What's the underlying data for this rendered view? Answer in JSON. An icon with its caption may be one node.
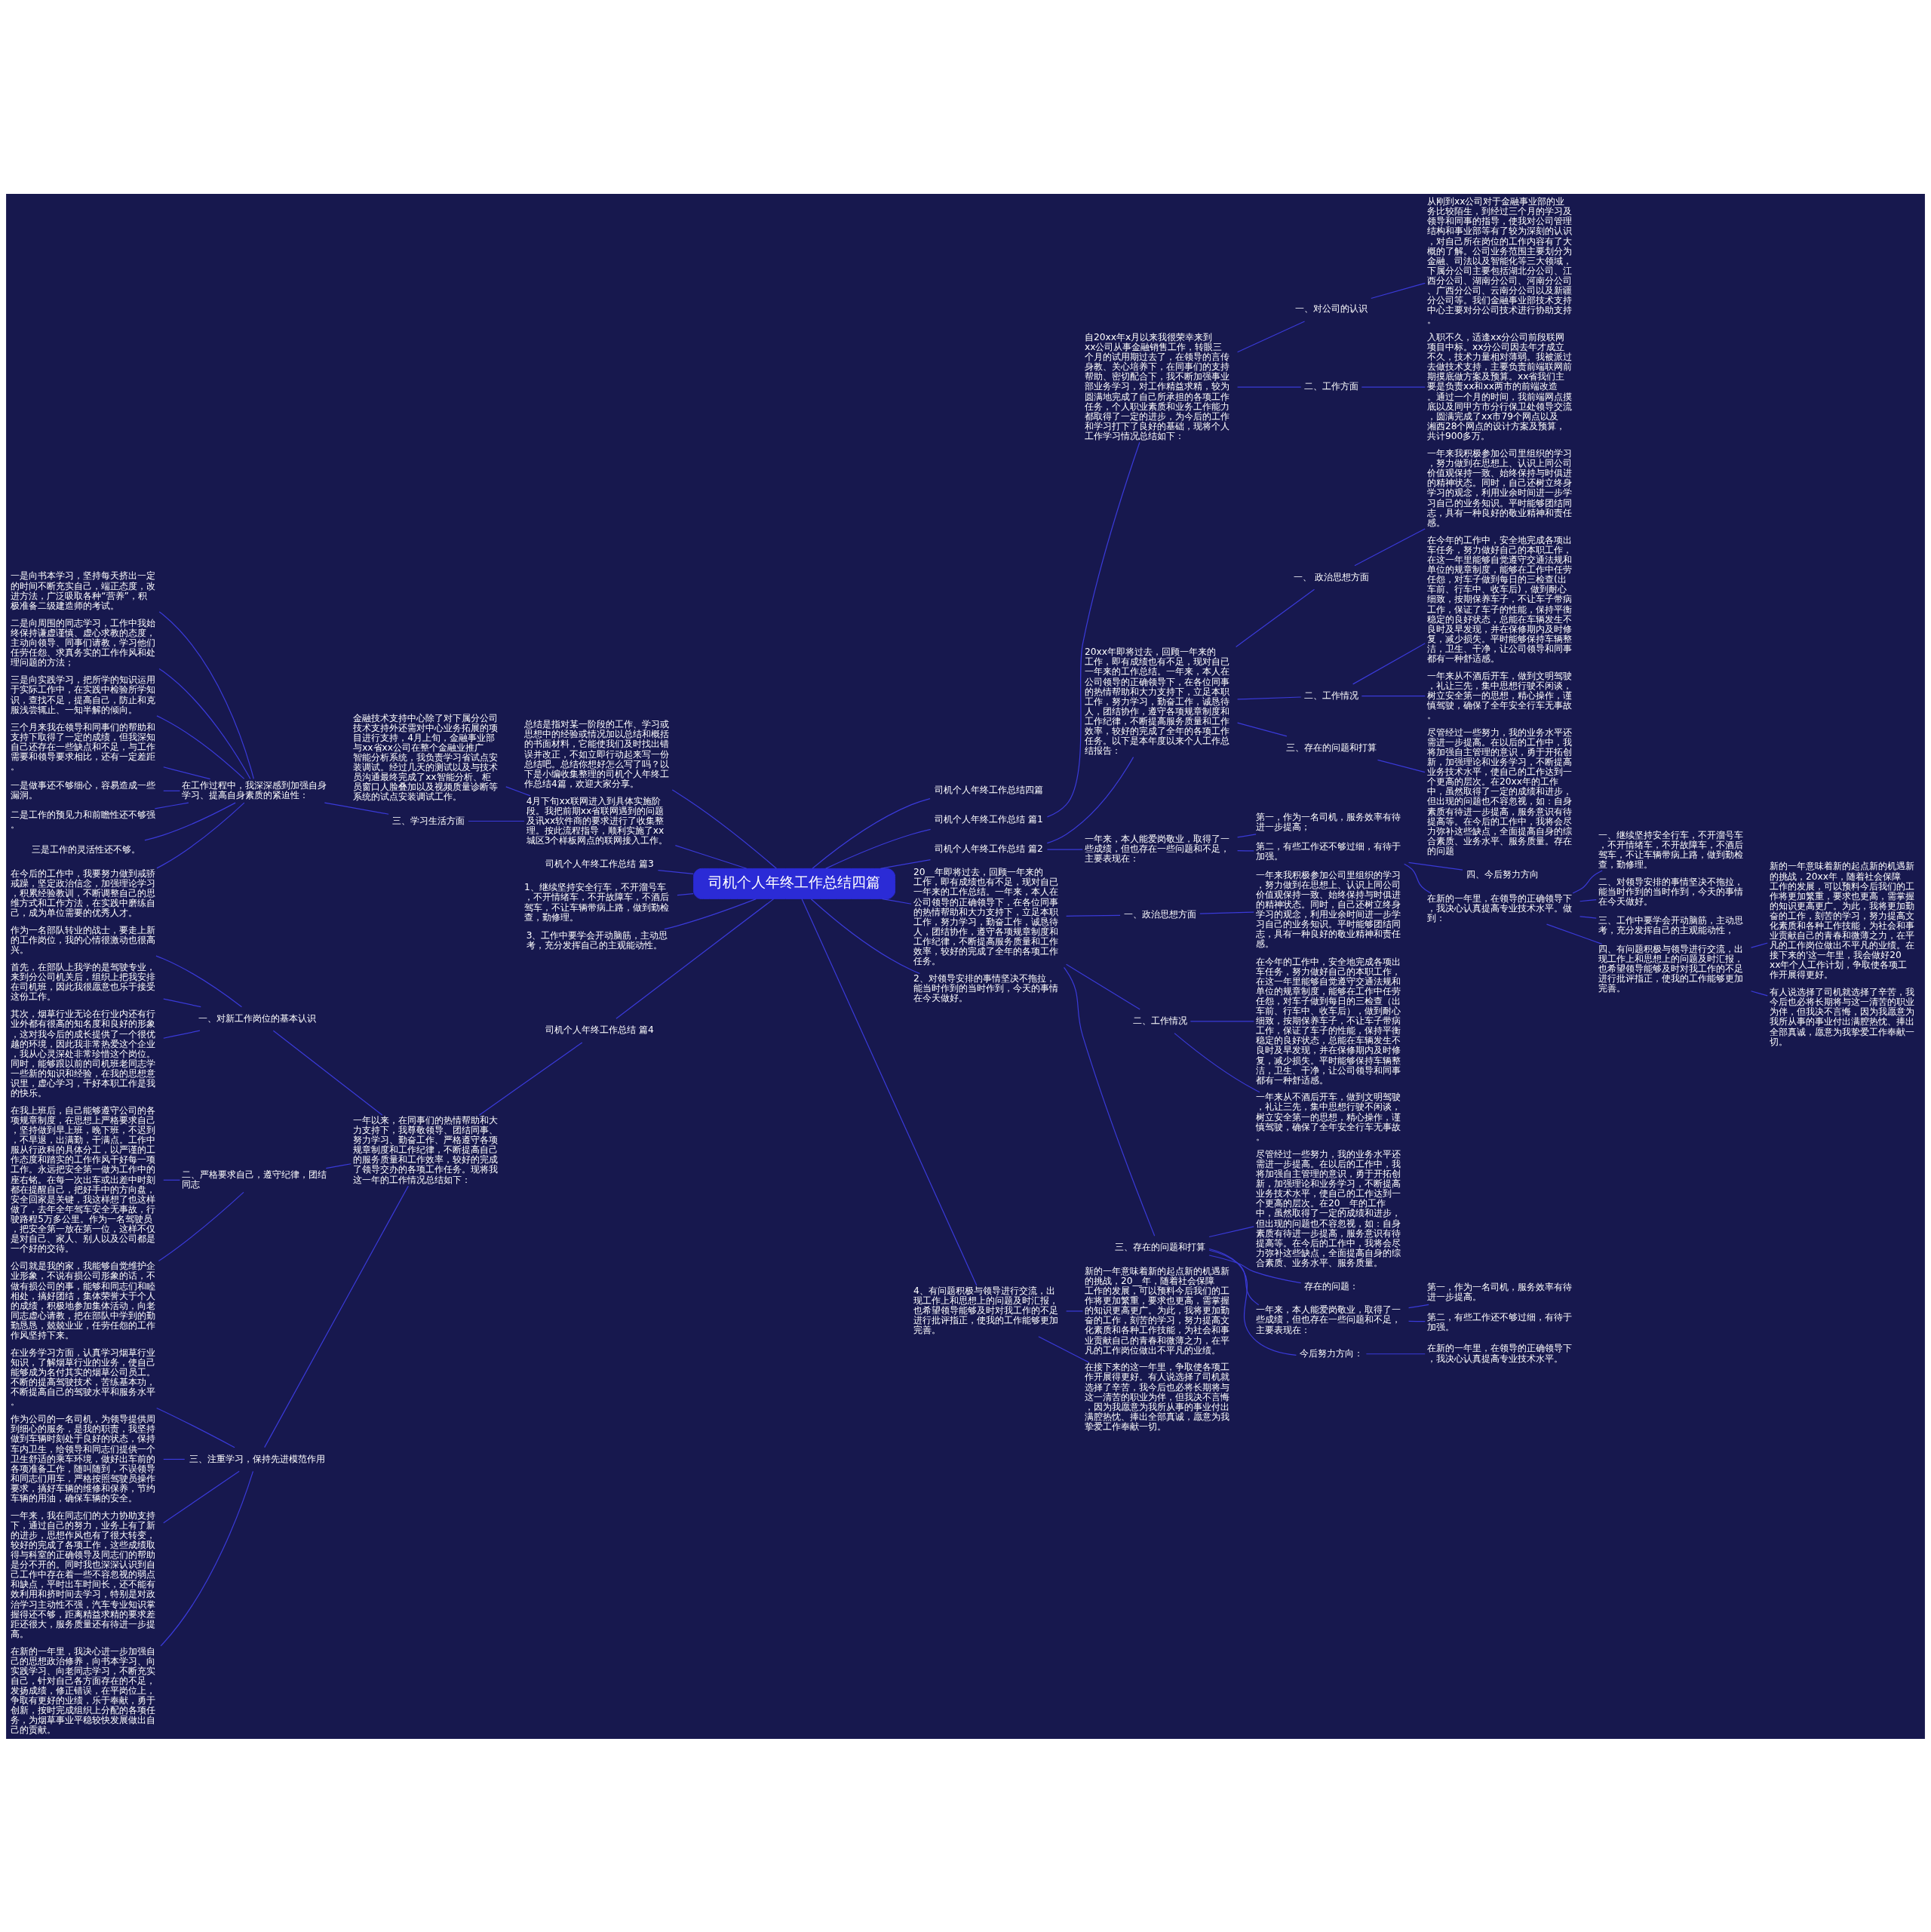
{
  "diagram": {
    "nodes": [
      {
        "text": [
          "司机个人年终工作总结四篇"
        ]
      },
      {
        "text": [
          "司机个人年终工作总结四篇"
        ]
      },
      {
        "text": [
          "司机个人年终工作总结 篇1"
        ]
      },
      {
        "text": [
          "自20xx年x月以来我很荣幸来到xx公司从事金融销售工作，转眼三个月的试用期过去了，在领导的言传身教、关心培养下，在同事们的支持帮助、密切配合下，我不断加强事业部业务学习，对工作精益求精，较为圆满地完成了自己所承担的各项工作任务，个人职业素质和业务工作能力都取得了一定的进步，为今后的工作和学习打下了良好的基础，现将个人工作学习情况总结如下："
        ]
      },
      {
        "text": [
          "一、对公司的认识"
        ]
      },
      {
        "text": [
          "从刚到xx公司对于金融事业部的业务比较陌生，到经过三个月的学习及领导和同事的指导，使我对公司管理结构和事业部等有了较为深刻的认识，对自己所在岗位的工作内容有了大概的了解。公司业务范围主要划分为金融、司法以及智能化等三大领域，下属分公司主要包括湖北分公司、江西分公司、湖南分公司、河南分公司、广西分公司、云南分公司以及新疆分公司等。我们金融事业部技术支持中心主要对分公司技术进行协助支持。"
        ]
      },
      {
        "text": [
          "二、工作方面"
        ]
      },
      {
        "text": [
          "入职不久，适逢xx分公司前段联网项目中标。xx分公司因去年才成立不久，技术力量相对薄弱。我被派过去做技术支持，主要负责前端联网前期摸底做方案及预算。xx省我们主要是负责xx和xx两市的前端改造。通过一个月的时间，我前端网点摸底以及同甲方市分行保卫处领导交流，圆满完成了xx市79个网点以及湘西28个网点的设计方案及预算，共计900多万。"
        ]
      },
      {
        "text": [
          "司机个人年终工作总结 篇2"
        ]
      },
      {
        "text": [
          "20xx年即将过去，回顾一年来的工作，即有成绩也有不足，现对自已一年来的工作总结。一年来，本人在公司领导的正确领导下，在各位同事的热情帮助和大力支持下，立足本职工作，努力学习，勤奋工作，诚恳待人，团结协作，遵守各项规章制度和工作纪律，不断提高服务质量和工作效率，较好的完成了全年的各项工作任务。以下是本年度以来个人工作总结报告："
        ]
      },
      {
        "text": [
          "一、 政治思想方面"
        ]
      },
      {
        "text": [
          "一年来我积极参加公司里组织的学习，努力做到在思想上、认识上同公司价值观保持一致、始终保持与时俱进的精神状态。同时，自己还树立终身学习的观念，利用业余时间进一步学习自己的业务知识。平时能够团结同志，具有一种良好的敬业精神和责任感。"
        ]
      },
      {
        "text": [
          "二、工作情况"
        ]
      },
      {
        "text": [
          "在今年的工作中，安全地完成各项出车任务，努力做好自己的本职工作，在这一年里能够自觉遵守交通法规和单位的规章制度，能够在工作中任劳任怨，对车子做到每日的三检查(出车前、行车中、收车后)，做到耐心细致，按期保养车子，不让车子带病工作，保证了车子的性能，保持平衡稳定的良好状态，总能在车辆发生不良时及早发现，并在保修期内及时修复，减少损失。平时能够保持车辆整洁，卫生、干净，让公司领导和同事都有一种舒适感。"
        ]
      },
      {
        "text": [
          "一年来从不酒后开车，做到文明驾驶，礼让三先，集中思想行驶不闲谈，树立安全第一的思想，精心操作，谨慎驾驶，确保了全年安全行车无事故。"
        ]
      },
      {
        "text": [
          "三、存在的问题和打算"
        ]
      },
      {
        "text": [
          "尽管经过一些努力，我的业务水平还需进一步提高。在以后的工作中，我将加强自主管理的意识，勇于开拓创新，加强理论和业务学习，不断提高业务技术水平，使自己的工作达到一个更高的层次。在20xx年的工作中，虽然取得了一定的成绩和进步，但出现的问题也不容忽视，如：自身素质有待进一步提高，服务意识有待提高等。在今后的工作中，我将会尽力弥补这些缺点，全面提高自身的综合素质、业务水平、服务质量。存在的问题"
        ]
      },
      {
        "text": [
          "一年来，本人能爱岗敬业，取得了一些成绩，但也存在一些问题和不足，主要表现在："
        ]
      },
      {
        "text": [
          "第一，作为一名司机，服务效率有待进一步提高；"
        ]
      },
      {
        "text": [
          "第二，有些工作还不够过细，有待于加强。"
        ]
      },
      {
        "text": [
          "四、今后努力方向"
        ]
      },
      {
        "text": [
          "在新的一年里，在领导的正确领导下，我决心认真提高专业技术水平。做到："
        ]
      },
      {
        "text": [
          "一、继续坚持安全行车，不开溜号车，不开情绪车，不开故障车，不酒后驾车，不让车辆带病上路，做到勤检查，勤修理。"
        ]
      },
      {
        "text": [
          "二、对领导安排的事情坚决不拖拉，能当时作到的当时作到，今天的事情在今天做好。"
        ]
      },
      {
        "text": [
          "三、工作中要学会开动脑筋，主动思考，充分发挥自己的主观能动性，"
        ]
      },
      {
        "text": [
          "四、有问题积极与领导进行交流，出现工作上和思想上的问题及时汇报，也希望领导能够及时对我工作的不足进行批评指正，使我的工作能够更加完善。"
        ]
      },
      {
        "text": [
          "新的一年意味着新的起点新的机遇新的挑战，20xx年，随着社会保障工作的发展，可以预料今后我们的工作将更加繁重，要求也更高，需掌握的知识更高更广。为此，我将更加勤奋的工作，刻苦的学习，努力提高文化素质和各种工作技能，为社会和事业贡献自己的青春和微薄之力，在平凡的工作岗位做出不平凡的业绩。在接下来的'这一年里，我会做好20xx年个人工作计划，争取使各项工作开展得更好。"
        ]
      },
      {
        "text": [
          "有人说选择了司机就选择了辛苦，我今后也必将长期将与这一清苦的职业为伴，但我决不言悔，因为我愿意为我所从事的事业付出满腔热忱、捧出全部真诚，愿意为我挚爱工作奉献一切。"
        ]
      },
      {
        "text": [
          "20__年即将过去，回顾一年来的工作，即有成绩也有不足，现对自已一年来的工作总结。一年来，本人在公司领导的正确领导下，在各位同事的热情帮助和大力支持下，立足本职工作，努力学习，勤奋工作，诚恳待人，团结协作，遵守各项规章制度和工作纪律，不断提高服务质量和工作效率，较好的完成了全年的各项工作任务。"
        ]
      },
      {
        "text": [
          "一、政治思想方面"
        ]
      },
      {
        "text": [
          "一年来我积极参加公司里组织的学习，努力做到在思想上、认识上同公司价值观保持一致、始终保持与时俱进的精神状态。同时，自己还树立终身学习的观念，利用业余时间进一步学习自己的业务知识。平时能够团结同志，具有一种良好的敬业精神和责任感。"
        ]
      },
      {
        "text": [
          "二、工作情况"
        ]
      },
      {
        "text": [
          "在今年的工作中，安全地完成各项出车任务，努力做好自己的本职工作，在这一年里能够自觉遵守交通法规和单位的规章制度，能够在工作中任劳任怨，对车子做到每日的三检查（出车前、行车中、收车后），做到耐心细致，按期保养车子，不让车子带病工作，保证了车子的性能，保持平衡稳定的良好状态，总能在车辆发生不良时及早发现，并在保修期内及时修复，减少损失。平时能够保持车辆整洁，卫生、干净，让公司领导和同事都有一种舒适感。"
        ]
      },
      {
        "text": [
          "一年来从不酒后开车，做到文明驾驶，礼让三先，集中思想行驶不闲谈，树立安全第一的思想，精心操作，谨慎驾驶，确保了全年安全行车无事故。"
        ]
      },
      {
        "text": [
          "三、存在的问题和打算"
        ]
      },
      {
        "text": [
          "尽管经过一些努力，我的业务水平还需进一步提高。在以后的工作中，我将加强自主管理的意识，勇于开拓创新，加强理论和业务学习，不断提高业务技术水平，使自己的工作达到一个更高的层次。在20__年的工作中，虽然取得了一定的成绩和进步，但出现的问题也不容忽视，如：自身素质有待进一步提高，服务意识有待提高等。在今后的工作中，我将会尽力弥补这些缺点，全面提高自身的综合素质、业务水平、服务质量。"
        ]
      },
      {
        "text": [
          "存在的问题："
        ]
      },
      {
        "text": [
          "一年来，本人能爱岗敬业，取得了一些成绩，但也存在一些问题和不足，主要表现在："
        ]
      },
      {
        "text": [
          "第一，作为一名司机，服务效率有待进一步提高。"
        ]
      },
      {
        "text": [
          "第二，有些工作还不够过细，有待于加强。"
        ]
      },
      {
        "text": [
          "今后努力方向："
        ]
      },
      {
        "text": [
          "在新的一年里，在领导的正确领导下，我决心认真提高专业技术水平。"
        ]
      },
      {
        "text": [
          "2、对领导安排的事情坚决不拖拉，能当时作到的当时作到，今天的事情在今天做好。"
        ]
      },
      {
        "text": [
          "4、有问题积极与领导进行交流，出现工作上和思想上的问题及时汇报，也希望领导能够及时对我工作的不足进行批评指正，使我的工作能够更加完善。"
        ]
      },
      {
        "text": [
          "新的一年意味着新的起点新的机遇新的挑战，20__年，随着社会保障工作的发展，可以预料今后我们的工作将更加繁重，要求也更高，需掌握的知识更高更广。为此，我将更加勤奋的工作，刻苦的学习，努力提高文化素质和各种工作技能，为社会和事业贡献自己的青春和微薄之力，在平凡的工作岗位做出不平凡的业绩。"
        ]
      },
      {
        "text": [
          "在接下来的这一年里，争取使各项工作开展得更好。有人说选择了司机就选择了辛苦，我今后也必将长期将与这一清苦的职业为伴，但我决不言悔，因为我愿意为我所从事的事业付出满腔热忱、捧出全部真诚，愿意为我挚爱工作奉献一切。"
        ]
      },
      {
        "text": [
          "总结是指对某一阶段的工作、学习或思想中的经验或情况加以总结和概括的书面材料，它能使我们及时找出错误并改正，不如立即行动起来写一份总结吧。总结你想好怎么写了吗？以下是小编收集整理的司机个人年终工作总结4篇，欢迎大家分享。"
        ]
      },
      {
        "text": [
          "4月下旬xx联网进入到具体实施阶段。我把前期xx省联网遇到的问题及讯xx软件商的要求进行了收集整理。按此流程指导，顺利实施了xx城区3个样板网点的联网接入工作。"
        ]
      },
      {
        "text": [
          "金融技术支持中心除了对下属分公司技术支持外还需对中心业务拓展的项目进行支持，4月上旬，金融事业部与xx省xx公司在整个金融业推广智能分析系统，我负责学习省试点安装调试。经过几天的测试以及与技术员沟通最终完成了xx智能分析、柜员窗口人脸叠加以及视频质量诊断等系统的试点安装调试工作。"
        ]
      },
      {
        "text": [
          "三、学习生活方面"
        ]
      },
      {
        "text": [
          "在工作过程中，我深深感到加强自身学习、提高自身素质的紧迫性："
        ]
      },
      {
        "text": [
          "一是向书本学习，坚持每天挤出一定的时间不断充实自己，端正态度，改进方法，广泛吸取各种“营养”，积极准备二级建造师的考试。"
        ]
      },
      {
        "text": [
          "二是向周围的同志学习，工作中我始终保持谦虚谨慎、虚心求教的态度，主动向领导、同事们请教，学习他们任劳任怨、求真务实的工作作风和处理问题的方法；"
        ]
      },
      {
        "text": [
          "三是向实践学习，把所学的知识运用于实际工作中，在实践中检验所学知识，查找不足，提高自己，防止和克服浅尝辄止、一知半解的倾向。"
        ]
      },
      {
        "text": [
          "三个月来我在领导和同事们的帮助和支持下取得了一定的成绩，但我深知自己还存在一些缺点和不足，与工作需要和领导要求相比，还有一定差距。"
        ]
      },
      {
        "text": [
          "一是做事还不够细心，容易造成一些漏洞。"
        ]
      },
      {
        "text": [
          "二是工作的预见力和前瞻性还不够强。"
        ]
      },
      {
        "text": [
          "三是工作的灵活性还不够。"
        ]
      },
      {
        "text": [
          "在今后的工作中，我要努力做到戒骄戒躁，坚定政治信念，加强理论学习，积累经验教训，不断调整自己的思维方式和工作方法，在实践中磨练自己，成为单位需要的优秀人才。"
        ]
      },
      {
        "text": [
          "司机个人年终工作总结 篇3"
        ]
      },
      {
        "text": [
          "1、继续坚持安全行车，不开溜号车，不开情绪车，不开故障车，不酒后驾车，不让车辆带病上路，做到勤检查，勤修理。"
        ]
      },
      {
        "text": [
          "3、工作中要学会开动脑筋，主动思考，充分发挥自己的主观能动性。"
        ]
      },
      {
        "text": [
          "司机个人年终工作总结 篇4"
        ]
      },
      {
        "text": [
          "一年以来，在同事们的热情帮助和大力支持下，我尊敬领导、团结同事、努力学习、勤奋工作、严格遵守各项规章制度和工作纪律，不断提高自己的服务质量和工作效率，较好的完成了领导交办的各项工作任务。现将我这一年的工作情况总结如下："
        ]
      },
      {
        "text": [
          "一、对新工作岗位的基本认识"
        ]
      },
      {
        "text": [
          "作为一名部队转业的战士，要走上新的工作岗位，我的心情很激动也很高兴。"
        ]
      },
      {
        "text": [
          "首先，在部队上我学的是驾驶专业，来到分公司机关后，组织上把我安排在司机班，因此我很愿意也乐于接受这份工作。"
        ]
      },
      {
        "text": [
          "其次，烟草行业无论在行业内还有行业外都有很高的知名度和良好的形象，这对我今后的成长提供了一个很优越的环境，因此我非常热爱这个企业，我从心灵深处非常珍惜这个岗位。同时，能够跟以前的司机班老同志学一些新的知识和经验，在我的思想意识里，虚心学习，干好本职工作是我的快乐。"
        ]
      },
      {
        "text": [
          "二、严格要求自己，遵守纪律，团结同志"
        ]
      },
      {
        "text": [
          "在我上班后，自己能够遵守公司的各项规章制度，在思想上严格要求自己，坚持做到早上班，晚下班，不迟到，不早退，出满勤，干满点。工作中服从行政科的具体分工，以严谨的工作态度和踏实的工作作风干好每一项工作。永远把安全第一做为工作中的座右铭。在每一次出车或出差中时刻都在提醒自己，把好手中的方向盘，安全回家是关键，我这样想了也这样做了，去年全年驾车安全无事故，行驶路程5万多公里。作为一名驾驶员，把安全第一放在第一位，这样不仅是对自己、家人、别人以及公司都是一个好的交待。"
        ]
      },
      {
        "text": [
          "公司就是我的家，我能够自觉维护企业形象，不说有损公司形象的话，不做有损公司的事，能够和同志们和睦相处，搞好团结，集体荣誉大于个人的成绩，积极地参加集体活动，向老同志虚心请教，把在部队中学到的勤勤恳恳，兢兢业业，任劳任怨的工作作风坚持下来。"
        ]
      },
      {
        "text": [
          "三、注重学习，保持先进模范作用"
        ]
      },
      {
        "text": [
          "在业务学习方面，认真学习烟草行业知识，了解烟草行业的业务，使自己能够成为名付其实的烟草公司员工。不断的提高驾驶技术，苦练基本功，不断提高自己的驾驶水平和服务水平。"
        ]
      },
      {
        "text": [
          "作为公司的一名司机，为领导提供周到细心的服务，是我的职责，我坚持做到车辆时刻处于良好的状态，保持车内卫生，给领导和同志们提供一个卫生舒适的乘车环境，做好出车前的各项准备工作，随叫随到，不误领导和同志们用车，严格按照驾驶员操作要求，搞好车辆的维修和保养，节约车辆的用油，确保车辆的安全。"
        ]
      },
      {
        "text": [
          "一年来，我在同志们的大力协助支持下，通过自己的努力，业务上有了新的进步，思想作风也有了很大转变，较好的完成了各项工作，这些成绩取得与科室的正确领导及同志们的帮助是分不开的。同时我也深深认识到自己工作中存在着一些不容忽视的弱点和缺点，平时出车时间长，还不能有效利用和挤时间去学习，特别是对政治学习主动性不强，汽车专业知识掌握得还不够，距离精益求精的要求差距还很大，服务质量还有待进一步提高。"
        ]
      },
      {
        "text": [
          "在新的一年里，我决心进一步加强自己的思想政治修养，向书本学习、向实践学习、向老同志学习，不断充实自己，针对自己各方面存在的不足，发扬成绩，修正错误，在平岗位上，争取有更好的业绩，乐于奉献，勇于创新，按时完成组织上分配的各项任务，为烟草事业平稳较快发展做出自己的贡献。"
        ]
      }
    ],
    "edges": [
      {
        "from": 0,
        "to": 1,
        "arrow": "none"
      },
      {
        "from": 0,
        "to": 2,
        "arrow": "none"
      },
      {
        "from": 2,
        "to": 3,
        "arrow": "none"
      },
      {
        "from": 3,
        "to": 4,
        "arrow": "none"
      },
      {
        "from": 4,
        "to": 5,
        "arrow": "none"
      },
      {
        "from": 3,
        "to": 6,
        "arrow": "none"
      },
      {
        "from": 6,
        "to": 7,
        "arrow": "none"
      },
      {
        "from": 0,
        "to": 8,
        "arrow": "none"
      },
      {
        "from": 8,
        "to": 9,
        "arrow": "none"
      },
      {
        "from": 9,
        "to": 10,
        "arrow": "none"
      },
      {
        "from": 10,
        "to": 11,
        "arrow": "none"
      },
      {
        "from": 9,
        "to": 12,
        "arrow": "none"
      },
      {
        "from": 12,
        "to": 13,
        "arrow": "none"
      },
      {
        "from": 12,
        "to": 14,
        "arrow": "none"
      },
      {
        "from": 9,
        "to": 15,
        "arrow": "none"
      },
      {
        "from": 15,
        "to": 16,
        "arrow": "none"
      },
      {
        "from": 8,
        "to": 17,
        "arrow": "none"
      },
      {
        "from": 17,
        "to": 18,
        "arrow": "none"
      },
      {
        "from": 17,
        "to": 19,
        "arrow": "none"
      },
      {
        "from": 19,
        "to": 20,
        "arrow": "none"
      },
      {
        "from": 19,
        "to": 21,
        "arrow": "none"
      },
      {
        "from": 21,
        "to": 22,
        "arrow": "none"
      },
      {
        "from": 21,
        "to": 23,
        "arrow": "none"
      },
      {
        "from": 21,
        "to": 24,
        "arrow": "none"
      },
      {
        "from": 21,
        "to": 25,
        "arrow": "none"
      },
      {
        "from": 25,
        "to": 26,
        "arrow": "none"
      },
      {
        "from": 25,
        "to": 27,
        "arrow": "none"
      },
      {
        "from": 0,
        "to": 28,
        "arrow": "none"
      },
      {
        "from": 28,
        "to": 29,
        "arrow": "none"
      },
      {
        "from": 29,
        "to": 30,
        "arrow": "none"
      },
      {
        "from": 28,
        "to": 31,
        "arrow": "none"
      },
      {
        "from": 31,
        "to": 32,
        "arrow": "none"
      },
      {
        "from": 31,
        "to": 33,
        "arrow": "none"
      },
      {
        "from": 28,
        "to": 34,
        "arrow": "none"
      },
      {
        "from": 34,
        "to": 35,
        "arrow": "none"
      },
      {
        "from": 34,
        "to": 36,
        "arrow": "none"
      },
      {
        "from": 34,
        "to": 37,
        "arrow": "none"
      },
      {
        "from": 37,
        "to": 38,
        "arrow": "none"
      },
      {
        "from": 37,
        "to": 39,
        "arrow": "none"
      },
      {
        "from": 34,
        "to": 40,
        "arrow": "none"
      },
      {
        "from": 40,
        "to": 41,
        "arrow": "none"
      },
      {
        "from": 0,
        "to": 42,
        "arrow": "none"
      },
      {
        "from": 0,
        "to": 43,
        "arrow": "none"
      },
      {
        "from": 43,
        "to": 44,
        "arrow": "none"
      },
      {
        "from": 43,
        "to": 45,
        "arrow": "none"
      },
      {
        "from": 46,
        "to": 0,
        "arrow": "none"
      },
      {
        "from": 47,
        "to": 0,
        "arrow": "none"
      },
      {
        "from": 48,
        "to": 47,
        "arrow": "none"
      },
      {
        "from": 49,
        "to": 47,
        "arrow": "none"
      },
      {
        "from": 50,
        "to": 49,
        "arrow": "none"
      },
      {
        "from": 51,
        "to": 50,
        "arrow": "none"
      },
      {
        "from": 52,
        "to": 50,
        "arrow": "none"
      },
      {
        "from": 53,
        "to": 50,
        "arrow": "none"
      },
      {
        "from": 54,
        "to": 50,
        "arrow": "none"
      },
      {
        "from": 55,
        "to": 50,
        "arrow": "none"
      },
      {
        "from": 56,
        "to": 50,
        "arrow": "none"
      },
      {
        "from": 57,
        "to": 50,
        "arrow": "none"
      },
      {
        "from": 58,
        "to": 50,
        "arrow": "none"
      },
      {
        "from": 59,
        "to": 0,
        "arrow": "none"
      },
      {
        "from": 60,
        "to": 0,
        "arrow": "none"
      },
      {
        "from": 61,
        "to": 0,
        "arrow": "none"
      },
      {
        "from": 62,
        "to": 0,
        "arrow": "none"
      },
      {
        "from": 63,
        "to": 62,
        "arrow": "none"
      },
      {
        "from": 64,
        "to": 63,
        "arrow": "none"
      },
      {
        "from": 65,
        "to": 64,
        "arrow": "none"
      },
      {
        "from": 66,
        "to": 64,
        "arrow": "none"
      },
      {
        "from": 67,
        "to": 64,
        "arrow": "none"
      },
      {
        "from": 68,
        "to": 63,
        "arrow": "none"
      },
      {
        "from": 69,
        "to": 68,
        "arrow": "none"
      },
      {
        "from": 70,
        "to": 68,
        "arrow": "none"
      },
      {
        "from": 71,
        "to": 63,
        "arrow": "none"
      },
      {
        "from": 72,
        "to": 71,
        "arrow": "none"
      },
      {
        "from": 73,
        "to": 71,
        "arrow": "none"
      },
      {
        "from": 74,
        "to": 71,
        "arrow": "none"
      },
      {
        "from": 75,
        "to": 71,
        "arrow": "none"
      }
    ]
  }
}
